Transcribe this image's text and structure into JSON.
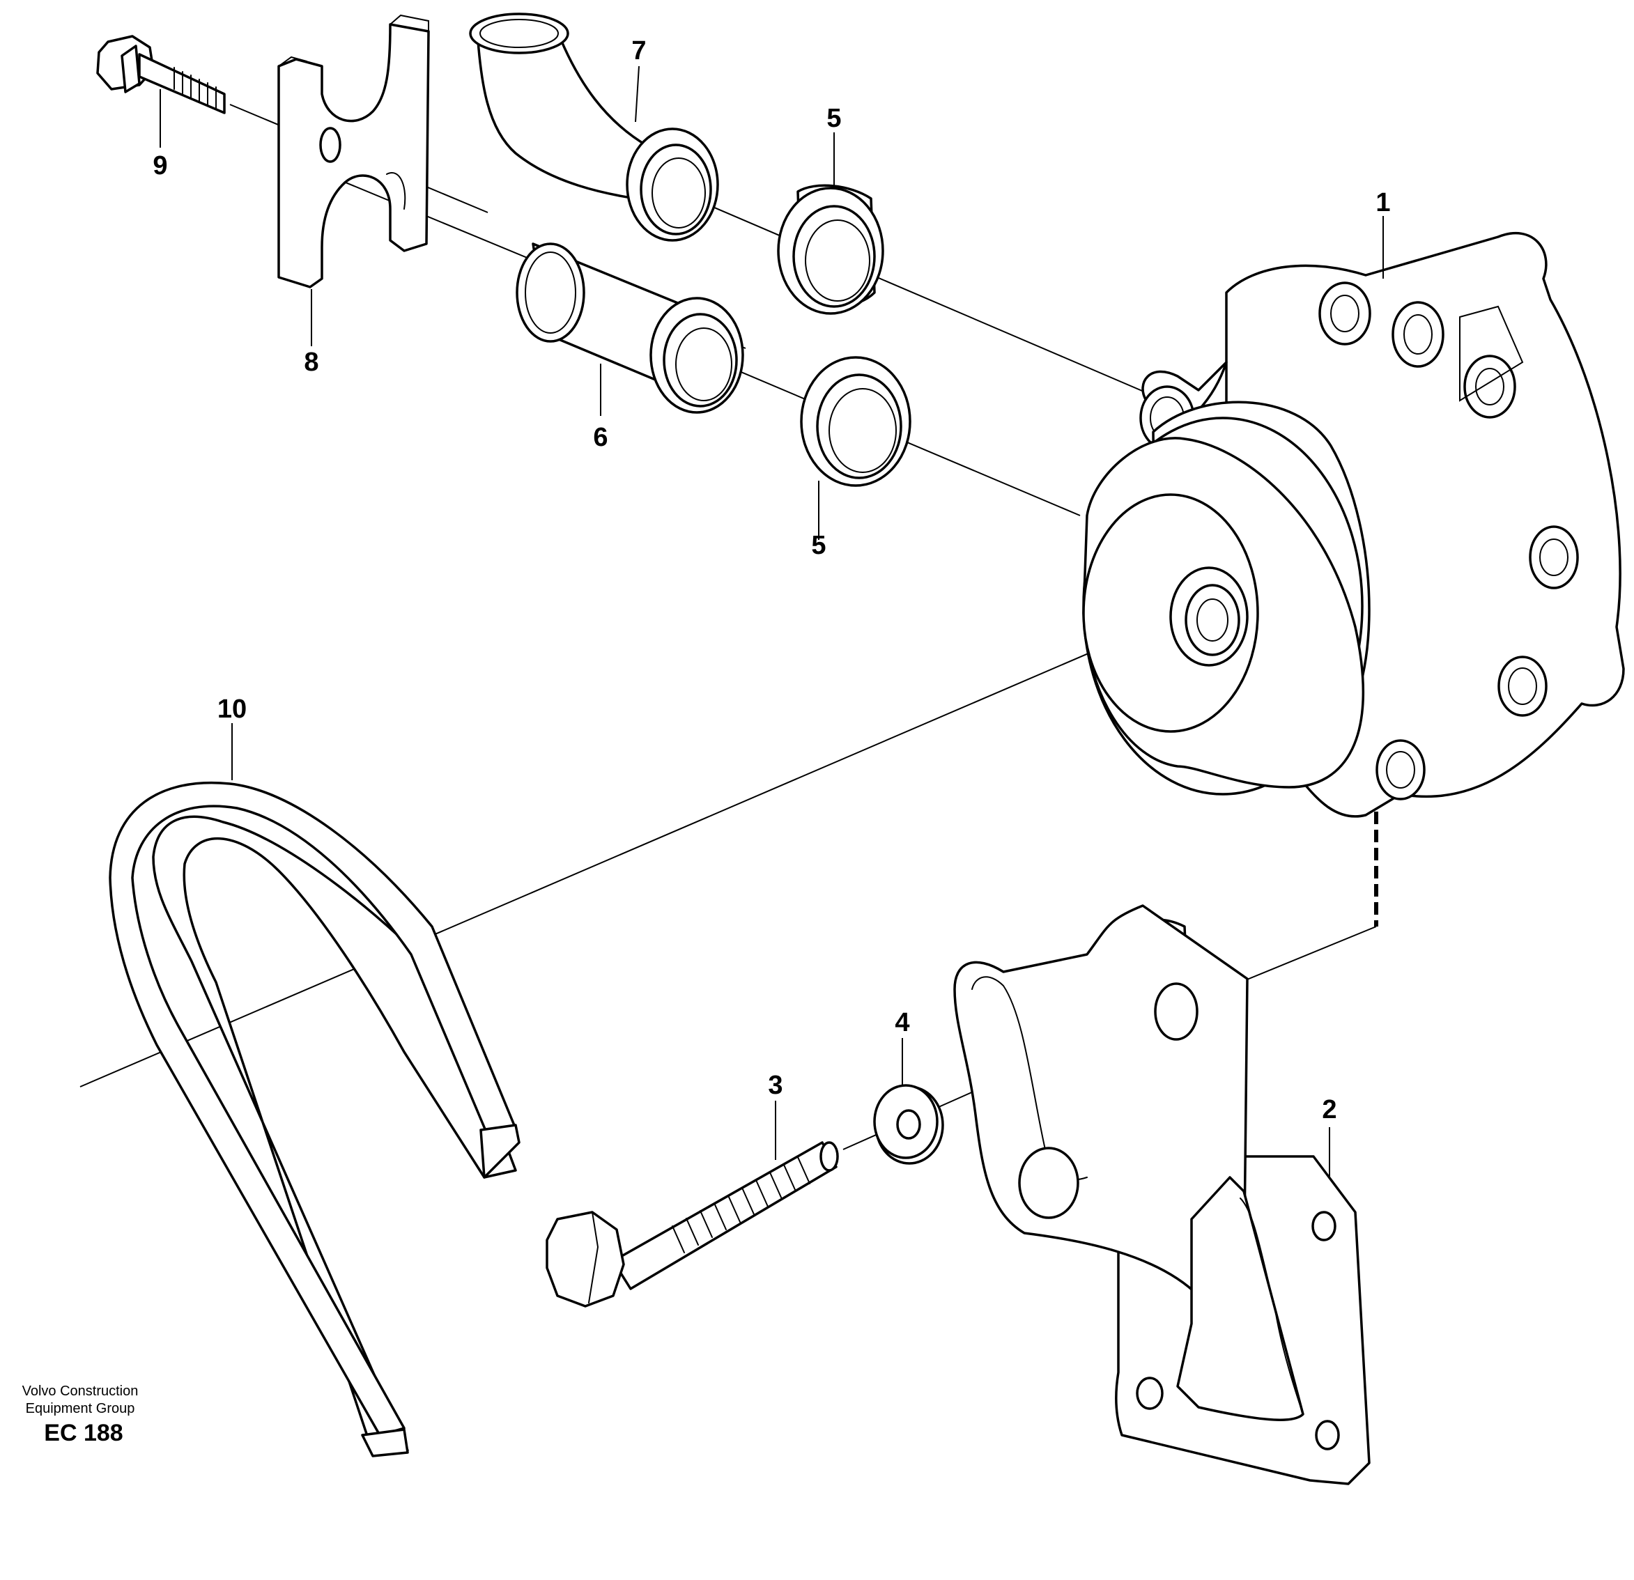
{
  "callouts": {
    "c1": "1",
    "c2": "2",
    "c3": "3",
    "c4": "4",
    "c5a": "5",
    "c5b": "5",
    "c6": "6",
    "c7": "7",
    "c8": "8",
    "c9": "9",
    "c10": "10"
  },
  "credit": {
    "line1": "Volvo Construction",
    "line2": "Equipment Group",
    "code": "EC 188"
  },
  "colors": {
    "line": "#000000",
    "background": "#ffffff"
  }
}
